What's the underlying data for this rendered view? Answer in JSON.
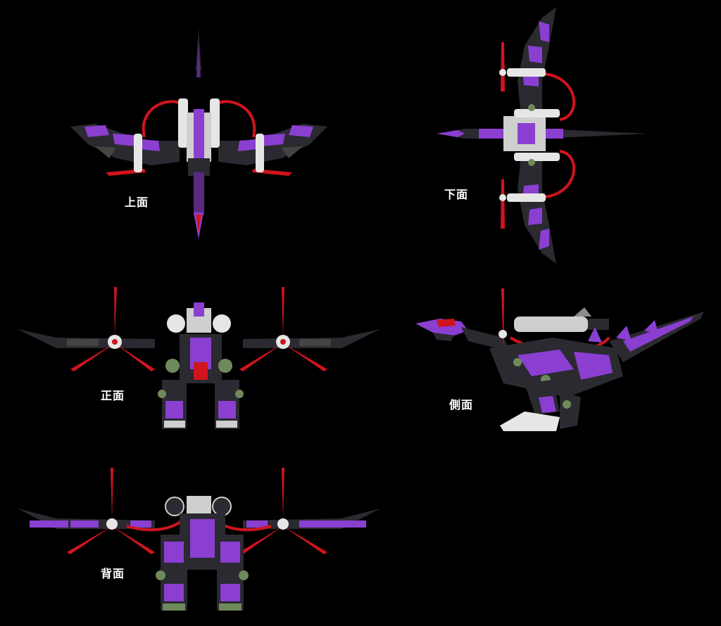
{
  "labels": {
    "top": "上面",
    "bottom": "下面",
    "front": "正面",
    "side": "側面",
    "back": "背面"
  },
  "colors": {
    "background": "#000000",
    "purple": "#8a3fd1",
    "dark": "#2a2a30",
    "red": "#d0141e",
    "white": "#e6e6e6",
    "green": "#6f8a5a",
    "gray": "#8c8c8c"
  }
}
